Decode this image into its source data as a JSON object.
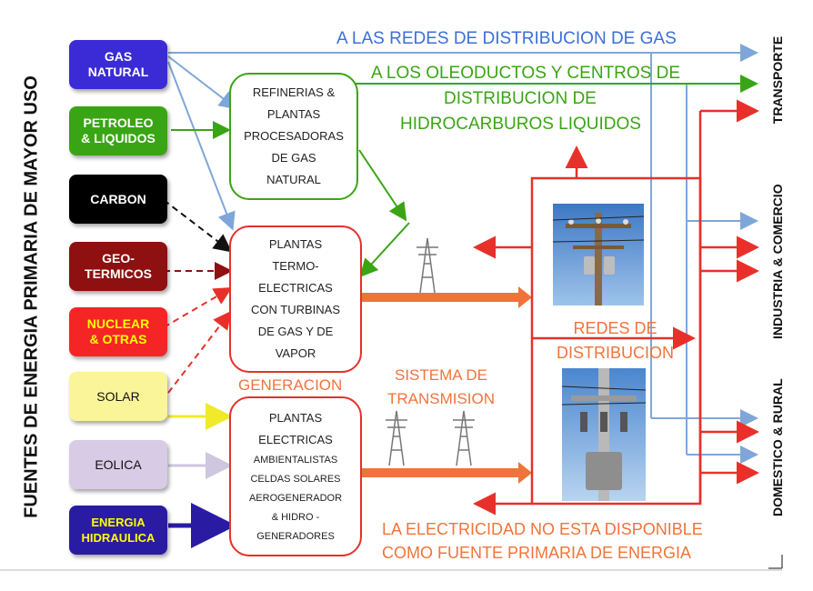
{
  "title_vertical": "FUENTES DE ENERGIA PRIMARIA DE MAYOR USO",
  "sources": [
    {
      "label": "GAS\nNATURAL",
      "bg": "#3b2bd6",
      "fg": "#ffffff"
    },
    {
      "label": "PETROLEO\n& LIQUIDOS",
      "bg": "#3aa514",
      "fg": "#ffffff"
    },
    {
      "label": "CARBON",
      "bg": "#000000",
      "fg": "#ffffff"
    },
    {
      "label": "GEO-\nTERMICOS",
      "bg": "#8e1010",
      "fg": "#ffffff"
    },
    {
      "label": "NUCLEAR\n& OTRAS",
      "bg": "#f52525",
      "fg": "#ffff00"
    },
    {
      "label": "SOLAR",
      "bg": "#fbf59a",
      "fg": "#111111"
    },
    {
      "label": "EOLICA",
      "bg": "#d7cbe6",
      "fg": "#111111"
    },
    {
      "label": "ENERGIA\nHIDRAULICA",
      "bg": "#2a1ba3",
      "fg": "#ffff00"
    }
  ],
  "boxes": {
    "refinerias": "REFINERIAS &\nPLANTAS\nPROCESADORAS\nDE GAS\nNATURAL",
    "termo": "PLANTAS\nTERMO-\nELECTRICAS\nCON TURBINAS\nDE GAS Y DE\nVAPOR",
    "ambientalistas_title": "PLANTAS\nELECTRICAS",
    "ambientalistas_detail": "AMBIENTALISTAS\nCELDAS SOLARES\nAEROGENERADOR\n& HIDRO -\nGENERADORES"
  },
  "labels": {
    "gas_networks": "A LAS REDES DE DISTRIBUCION DE GAS",
    "oil_line1": "A LOS OLEODUCTOS Y CENTROS  DE",
    "oil_line2": "DISTRIBUCION DE",
    "oil_line3": "HIDROCARBUROS LIQUIDOS",
    "generacion": "GENERACION",
    "transmision": "SISTEMA DE\nTRANSMISION",
    "redes": "REDES DE\nDISTRIBUCION",
    "footer_line1": "LA ELECTRICIDAD NO ESTA DISPONIBLE",
    "footer_line2": "COMO FUENTE PRIMARIA DE ENERGIA"
  },
  "sectors": {
    "transporte": "TRANSPORTE",
    "industria": "INDUSTRIA & COMERCIO",
    "domestico": "DOMESTICO & RURAL"
  },
  "colors": {
    "blue_line": "#7fa6d8",
    "green_line": "#3aa514",
    "red_line": "#e8302a",
    "orange_text": "#f0743a",
    "blue_text": "#3b6fd8",
    "green_text": "#3aa514"
  }
}
